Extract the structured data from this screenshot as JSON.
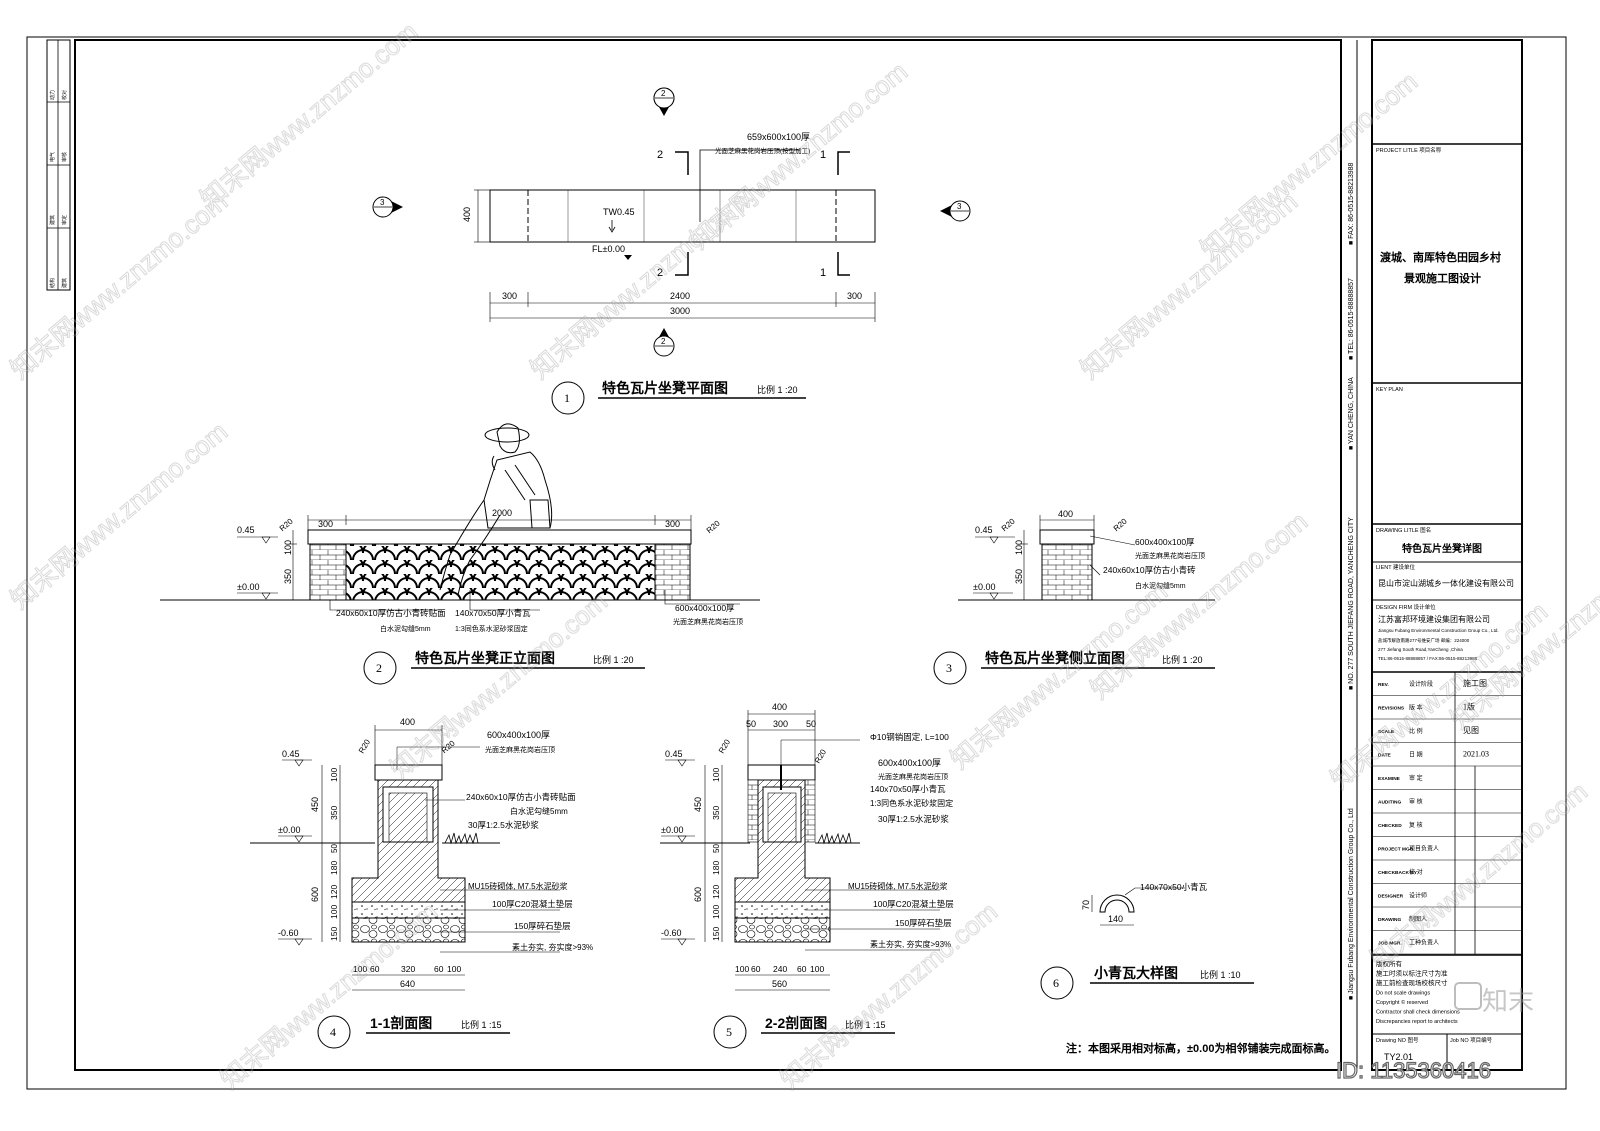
{
  "watermark": {
    "text": "知末网www.znzmo.com",
    "id_label": "ID: 1135360416",
    "logo_text": "知末"
  },
  "left_margin_labels": [
    "动力",
    "校对",
    "电气",
    "审核",
    "建筑",
    "审定",
    "结构",
    "建筑"
  ],
  "view1": {
    "number": "1",
    "title": "特色瓦片坐凳平面图",
    "scale": "比例  1 :20",
    "callout_top": "659x600x100厚",
    "callout_sub": "光面芝麻黑花岗岩压顶(按型加工)",
    "slope": "TW0.45",
    "floor": "FL±0.00",
    "dim_height": "400",
    "dims": [
      "300",
      "2400",
      "300"
    ],
    "dim_total": "3000",
    "section_marks": [
      "2",
      "2",
      "1",
      "1"
    ],
    "ref_2": "2",
    "ref_3": "3"
  },
  "view2": {
    "number": "2",
    "title": "特色瓦片坐凳正立面图",
    "scale": "比例  1 :20",
    "top_dims": [
      "300",
      "2000",
      "300"
    ],
    "radius_l": "R20",
    "radius_r": "R20",
    "level_top": "0.45",
    "level_base": "±0.00",
    "vdims": [
      "100",
      "350"
    ],
    "note_brick": "240x60x10厚仿古小青砖贴面",
    "note_brick2": "白水泥勾缝5mm",
    "note_tile": "140x70x50厚小青瓦",
    "note_tile2": "1:3同色系水泥砂浆固定",
    "note_cap": "600x400x100厚",
    "note_cap2": "光面芝麻黑花岗岩压顶"
  },
  "view3": {
    "number": "3",
    "title": "特色瓦片坐凳侧立面图",
    "scale": "比例  1 :20",
    "width": "400",
    "radius_l": "R20",
    "radius_r": "R20",
    "level_top": "0.45",
    "level_base": "±0.00",
    "vdims": [
      "100",
      "350"
    ],
    "notes": [
      "600x400x100厚",
      "光面芝麻黑花岗岩压顶",
      "240x60x10厚仿古小青砖",
      "白水泥勾缝5mm"
    ]
  },
  "view4": {
    "number": "4",
    "title": "1-1剖面图",
    "scale": "比例  1 :15",
    "top_width": "400",
    "radius_l": "R20",
    "radius_r": "R20",
    "levels": [
      "0.45",
      "±0.00",
      "-0.60"
    ],
    "vdims_upper": [
      "100",
      "350"
    ],
    "vdim_upper_total": "450",
    "vdims_lower": [
      "50",
      "180",
      "120",
      "100",
      "150"
    ],
    "vdim_lower_total": "600",
    "bottom_dims": [
      "100",
      "60",
      "320",
      "60",
      "100"
    ],
    "bottom_total": "640",
    "notes": [
      "600x400x100厚",
      "光面芝麻黑花岗岩压顶",
      "240x60x10厚仿古小青砖贴面",
      "白水泥勾缝5mm",
      "30厚1:2.5水泥砂浆",
      "MU15砖砌体, M7.5水泥砂浆",
      "100厚C20混凝土垫层",
      "150厚碎石垫层",
      "素土夯实, 夯实度>93%"
    ]
  },
  "view5": {
    "number": "5",
    "title": "2-2剖面图",
    "scale": "比例  1 :15",
    "top_width": "400",
    "top_dims": [
      "50",
      "300",
      "50"
    ],
    "radius_l": "R20",
    "radius_r": "R20",
    "levels": [
      "0.45",
      "±0.00",
      "-0.60"
    ],
    "vdims_upper": [
      "100",
      "350"
    ],
    "vdim_upper_total": "450",
    "vdims_lower": [
      "50",
      "180",
      "120",
      "100",
      "150"
    ],
    "vdim_lower_total": "600",
    "bottom_dims": [
      "100",
      "60",
      "240",
      "60",
      "100"
    ],
    "bottom_total": "560",
    "notes": [
      "Φ10钢销固定, L=100",
      "600x400x100厚",
      "光面芝麻黑花岗岩压顶",
      "140x70x50厚小青瓦",
      "1:3同色系水泥砂浆固定",
      "30厚1:2.5水泥砂浆",
      "MU15砖砌体, M7.5水泥砂浆",
      "100厚C20混凝土垫层",
      "150厚碎石垫层",
      "素土夯实, 夯实度>93%"
    ]
  },
  "view6": {
    "number": "6",
    "title": "小青瓦大样图",
    "scale": "比例  1 :10",
    "note": "140x70x50小青瓦",
    "height": "70",
    "width": "140"
  },
  "footnote": "注：本图采用相对标高，±0.00为相邻铺装完成面标高。",
  "vertical_strip": {
    "text1": "■ NO. 277 SOUTH JIEFANG ROAD, YANCHENG CITY",
    "text2": "■ YAN CHENG, CHINA",
    "text3": "■ TEL: 86-0515-88888857",
    "text4": "■ FAX: 86-0515-88213988",
    "text5": "■ Jiangsu Fubang Environmental Construction Group Co., Ltd"
  },
  "title_block": {
    "project_title_label": "PROJECT LITLE  项目名称",
    "project_name_1": "渡城、南厍特色田园乡村",
    "project_name_2": "景观施工图设计",
    "key_plan_label": "KEY PLAN",
    "drawing_title_label": "DRAWING LITLE  图名",
    "drawing_title": "特色瓦片坐凳详图",
    "client_label": "LIENT  建设单位",
    "client": "昆山市淀山湖城乡一体化建设有限公司",
    "design_firm_label": "DESIGN FIRM  设计单位",
    "firm_cn": "江苏富邦环境建设集团有限公司",
    "firm_en": "Jiangsu Fubang Environmental Construction Group Co., Ltd.",
    "firm_addr_cn": "盐城市解放南路277号维安广场  邮编：224000",
    "firm_addr_en": "277 Jiefang South Road,YanCheng ,China",
    "firm_tel": "TEL:86-0515-88888857 / FAX:86-0515-88213988",
    "rows": [
      {
        "en": "REV.",
        "cn": "设计阶段",
        "val": "施工图"
      },
      {
        "en": "REVISIONS",
        "cn": "版 本",
        "val": "1版"
      },
      {
        "en": "SCALE",
        "cn": "比 例",
        "val": "见图"
      },
      {
        "en": "DATE",
        "cn": "日 期",
        "val": "2021.03"
      },
      {
        "en": "EXAMINE",
        "cn": "审 定",
        "val": ""
      },
      {
        "en": "AUDITING",
        "cn": "审 核",
        "val": ""
      },
      {
        "en": "CHECKED",
        "cn": "复 核",
        "val": ""
      },
      {
        "en": "PROJECT MGR.",
        "cn": "项目负责人",
        "val": ""
      },
      {
        "en": "CHECKBACK BY",
        "cn": "校 对",
        "val": ""
      },
      {
        "en": "DESIGNER",
        "cn": "设计师",
        "val": ""
      },
      {
        "en": "DRAWING",
        "cn": "制图人",
        "val": ""
      },
      {
        "en": "JOB MGR.",
        "cn": "工种负责人",
        "val": ""
      }
    ],
    "copyright_lines": [
      "版权所有",
      "施工时须以标注尺寸为准",
      "施工前检查现场校核尺寸",
      "Do not scale drawings",
      "Copyright © reserved",
      "Contractor shall check dimensions",
      "Discrepancies report to architects"
    ],
    "drawing_no_label": "Drawing NO  图号",
    "drawing_no": "TY2.01",
    "job_no_label": "Job NO  项目编号"
  }
}
